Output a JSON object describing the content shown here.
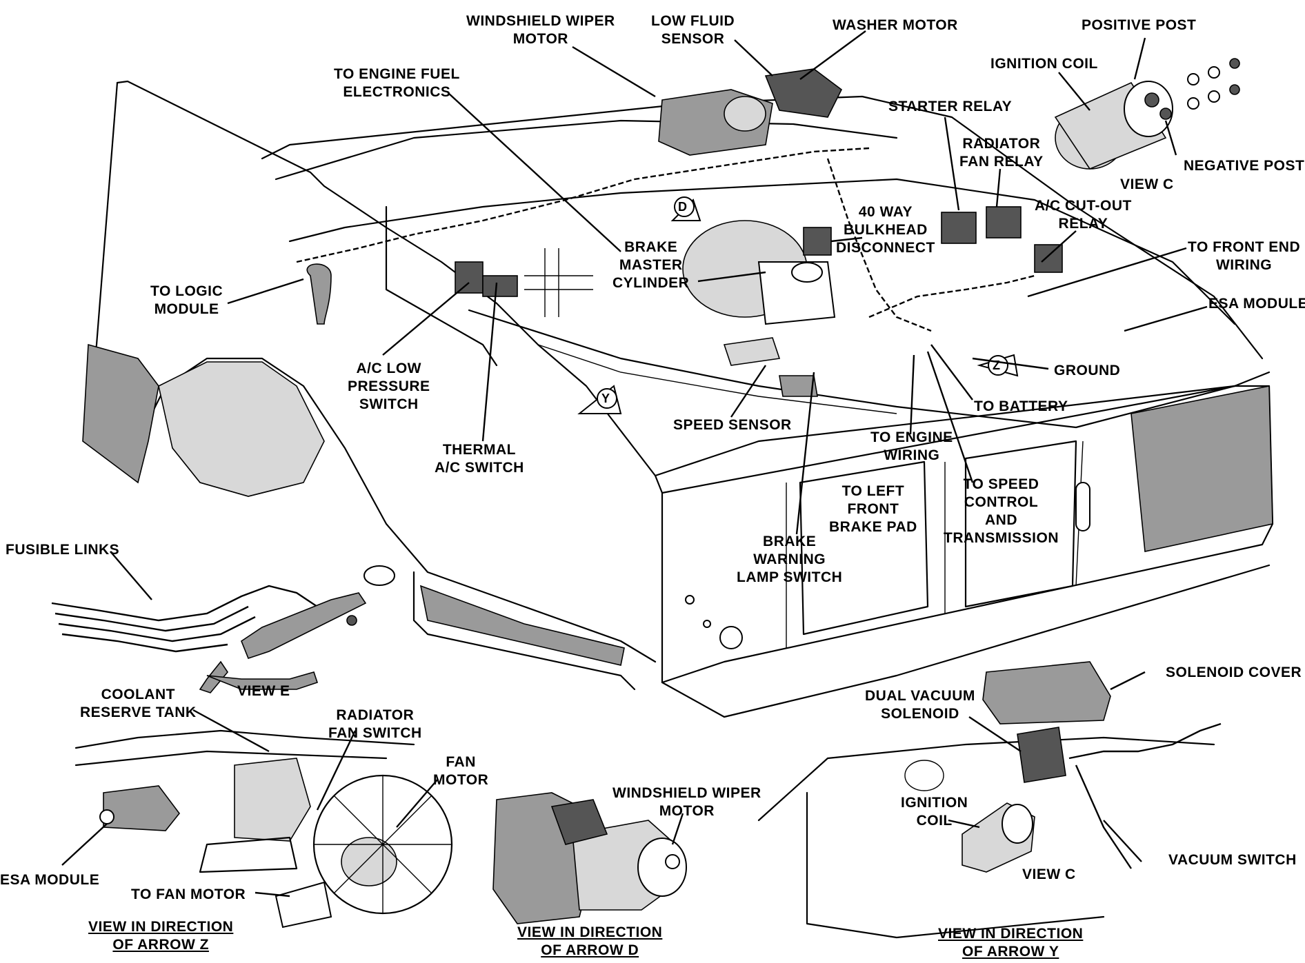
{
  "labels": {
    "windshield_wiper_motor": "WINDSHIELD WIPER\nMOTOR",
    "low_fluid_sensor": "LOW FLUID\nSENSOR",
    "washer_motor": "WASHER MOTOR",
    "positive_post": "POSITIVE POST",
    "ignition_coil_top": "IGNITION COIL",
    "to_engine_fuel_electronics": "TO ENGINE FUEL\nELECTRONICS",
    "starter_relay": "STARTER RELAY",
    "radiator_fan_relay": "RADIATOR\nFAN RELAY",
    "negative_post": "NEGATIVE POST",
    "view_c_top": "VIEW C",
    "ac_cutout_relay": "A/C CUT-OUT\nRELAY",
    "forty_way_bulkhead": "40 WAY\nBULKHEAD\nDISCONNECT",
    "brake_master_cylinder": "BRAKE\nMASTER\nCYLINDER",
    "to_front_end_wiring": "TO FRONT END\nWIRING",
    "esa_module_top": "ESA MODULE",
    "to_logic_module": "TO LOGIC\nMODULE",
    "ground": "GROUND",
    "ac_low_pressure_switch": "A/C LOW\nPRESSURE\nSWITCH",
    "to_battery": "TO BATTERY",
    "speed_sensor": "SPEED SENSOR",
    "to_engine_wiring": "TO ENGINE\nWIRING",
    "thermal_ac_switch": "THERMAL\nA/C SWITCH",
    "to_left_front_brake_pad": "TO LEFT\nFRONT\nBRAKE PAD",
    "to_speed_control": "TO SPEED\nCONTROL\nAND\nTRANSMISSION",
    "brake_warning_lamp_switch": "BRAKE\nWARNING\nLAMP SWITCH",
    "fusible_links": "FUSIBLE LINKS",
    "view_e": "VIEW E",
    "coolant_reserve_tank": "COOLANT\nRESERVE TANK",
    "radiator_fan_switch": "RADIATOR\nFAN SWITCH",
    "fan_motor": "FAN\nMOTOR",
    "esa_module_bottom": "ESA MODULE",
    "to_fan_motor": "TO FAN MOTOR",
    "view_arrow_z": "VIEW IN DIRECTION\nOF ARROW Z",
    "windshield_wiper_motor_d": "WINDSHIELD WIPER\nMOTOR",
    "view_arrow_d": "VIEW IN DIRECTION\nOF ARROW D",
    "solenoid_cover": "SOLENOID COVER",
    "dual_vacuum_solenoid": "DUAL VACUUM\nSOLENOID",
    "ignition_coil_y": "IGNITION\nCOIL",
    "vacuum_switch": "VACUUM SWITCH",
    "view_c_y": "VIEW C",
    "view_arrow_y": "VIEW IN DIRECTION\nOF ARROW Y"
  },
  "arrow_markers": [
    "D",
    "Y",
    "Z"
  ]
}
